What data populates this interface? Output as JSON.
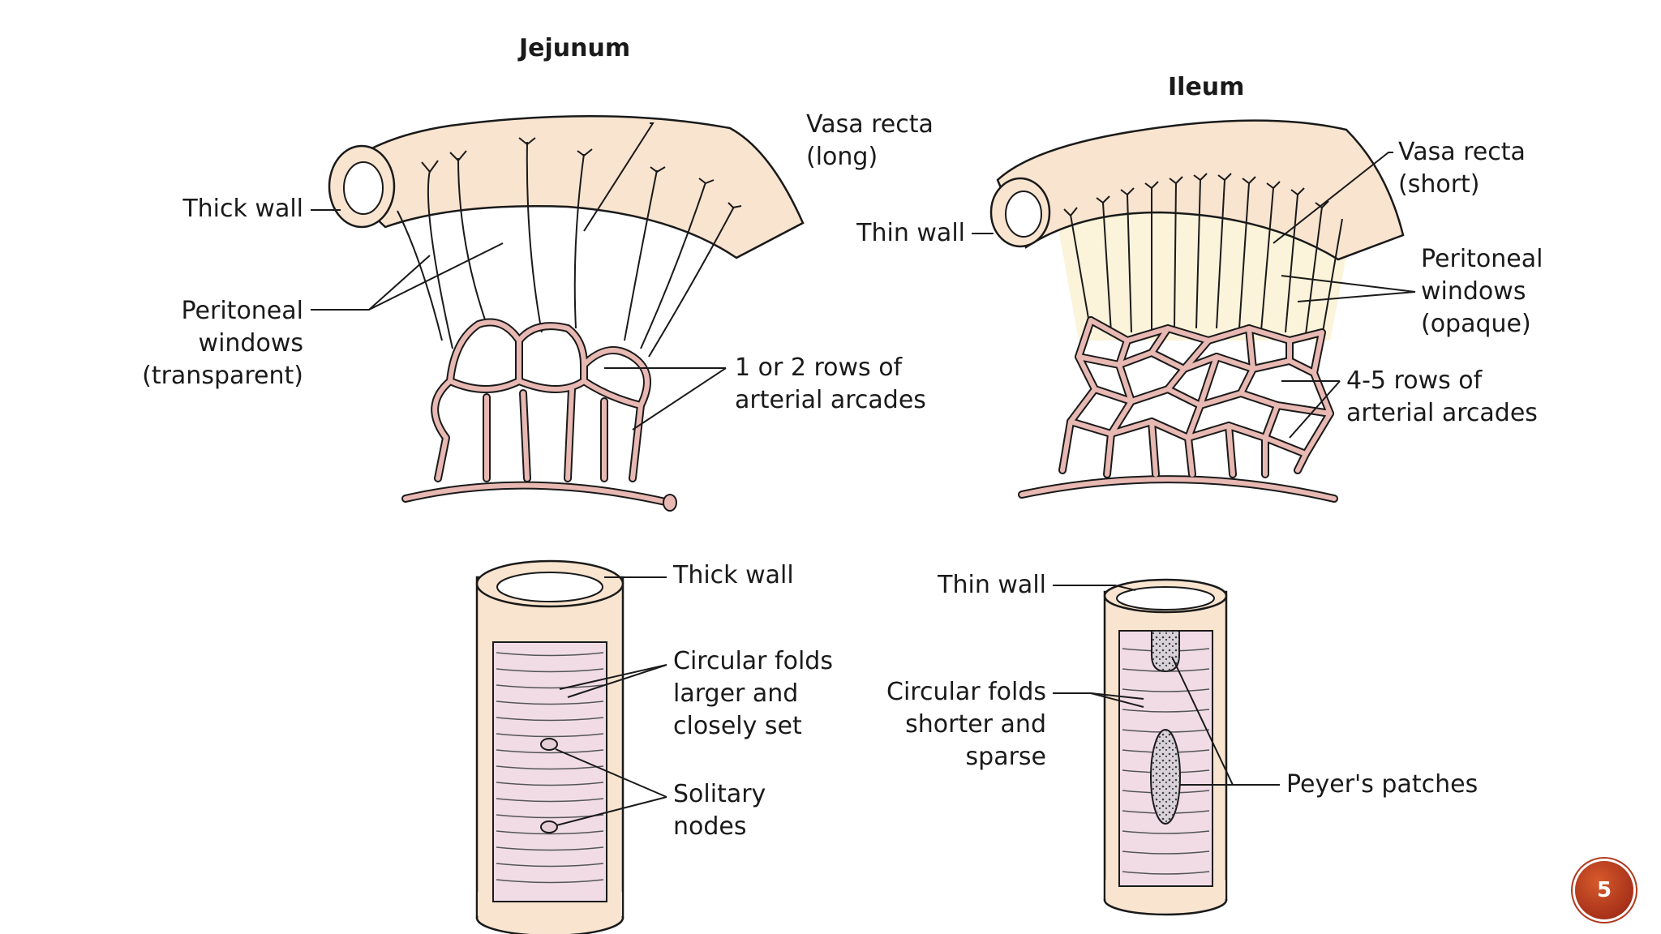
{
  "jejunum": {
    "title": "Jejunum",
    "label_thick_wall": "Thick wall",
    "label_vasa_line1": "Vasa recta",
    "label_vasa_line2": "(long)",
    "label_windows_line1": "Peritoneal",
    "label_windows_line2": "windows",
    "label_windows_line3": "(transparent)",
    "label_arcades_line1": "1 or 2 rows of",
    "label_arcades_line2": "arterial arcades"
  },
  "ileum": {
    "title": "Ileum",
    "label_thin_wall": "Thin wall",
    "label_vasa_line1": "Vasa recta",
    "label_vasa_line2": "(short)",
    "label_windows_line1": "Peritoneal",
    "label_windows_line2": "windows",
    "label_windows_line3": "(opaque)",
    "label_arcades_line1": "4-5 rows of",
    "label_arcades_line2": "arterial arcades"
  },
  "jejunum_section": {
    "label_wall": "Thick wall",
    "label_folds_line1": "Circular folds",
    "label_folds_line2": "larger and",
    "label_folds_line3": "closely set",
    "label_nodes_line1": "Solitary",
    "label_nodes_line2": "nodes"
  },
  "ileum_section": {
    "label_wall": "Thin wall",
    "label_folds_line1": "Circular folds",
    "label_folds_line2": "shorter and",
    "label_folds_line3": "sparse",
    "label_patches": "Peyer's patches"
  },
  "page_number": "5",
  "colors": {
    "tube": "#f8e4cf",
    "artery": "#e8b8b3",
    "lumen": "#f1dce6",
    "window_opaque": "#fbf3da",
    "badge": "#b03a1e"
  }
}
